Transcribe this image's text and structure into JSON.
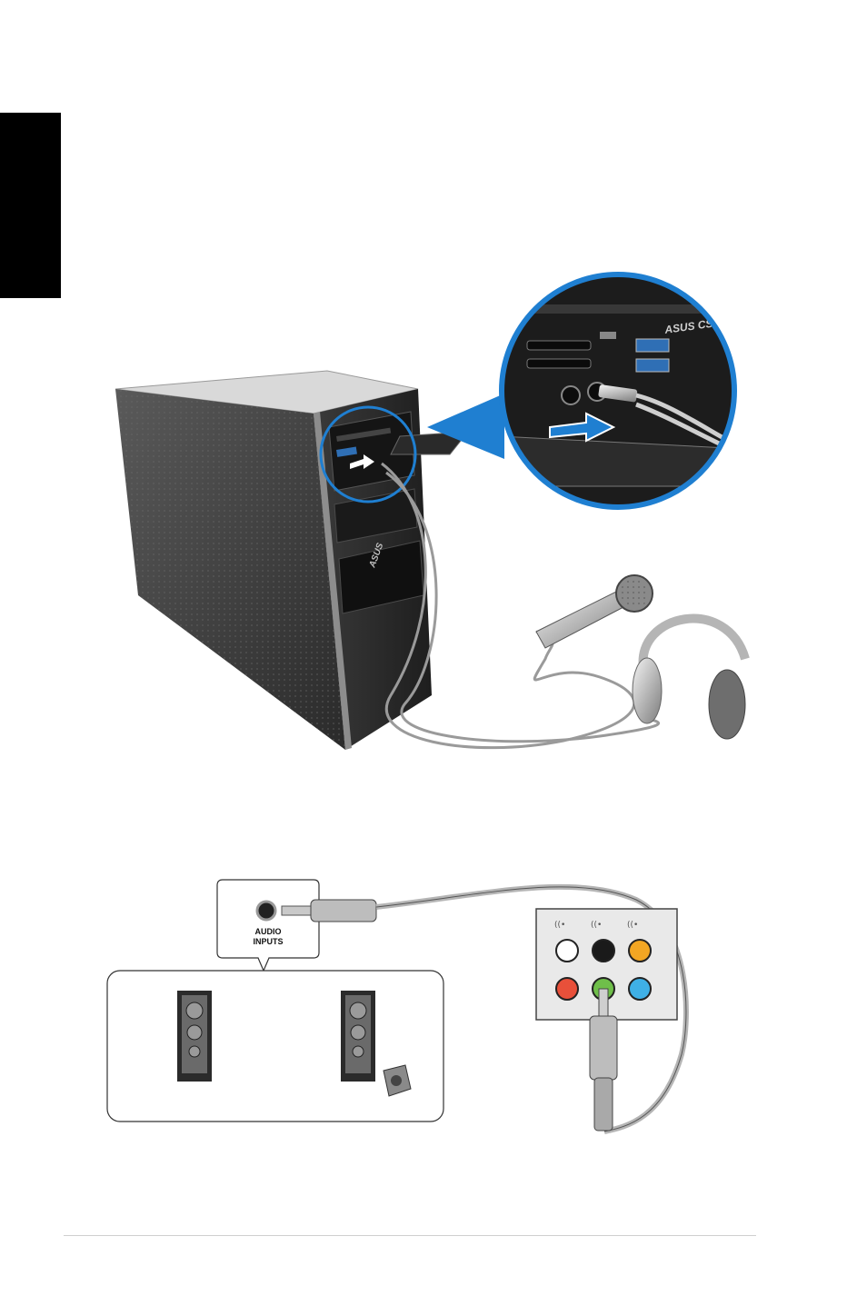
{
  "side_tab": {
    "color": "#000000"
  },
  "figure_pc": {
    "brand_logo": "ASUS",
    "callout_brand": "ASUS CS S",
    "accent_color": "#1f7fd1"
  },
  "figure_speaker": {
    "input_label_line1": "AUDIO",
    "input_label_line2": "INPUTS",
    "jack_colors": {
      "top": [
        "#ffffff",
        "#1a1a1a",
        "#f2a623"
      ],
      "bottom": [
        "#e8503a",
        "#6fbf4a",
        "#3fb0e6"
      ]
    }
  },
  "footer": {
    "rule_color": "#cfcfcf"
  }
}
